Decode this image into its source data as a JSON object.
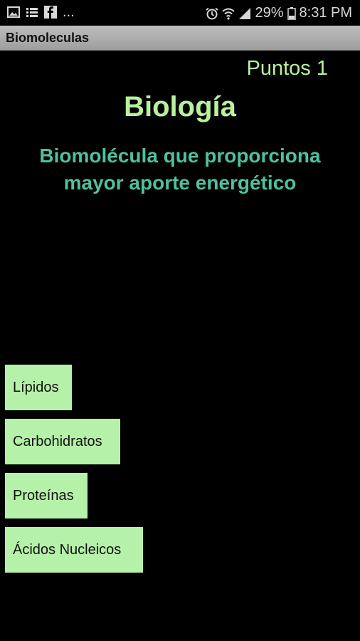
{
  "status_bar": {
    "icons_left": [
      "image-icon",
      "list-icon",
      "facebook-icon"
    ],
    "ellipsis": "...",
    "icons_right": [
      "alarm-icon",
      "wifi-icon",
      "signal-icon",
      "battery-icon"
    ],
    "battery": "29%",
    "time": "8:31 PM"
  },
  "app_bar": {
    "title": "Biomoleculas"
  },
  "game": {
    "score": "Puntos 1",
    "subject": "Biología",
    "question": "Biomolécula que proporciona mayor aporte energético",
    "answers": [
      {
        "label": "Lípidos"
      },
      {
        "label": "Carbohidratos"
      },
      {
        "label": "Proteínas"
      },
      {
        "label": "Ácidos Nucleicos"
      }
    ]
  },
  "colors": {
    "background": "#000000",
    "accent_green": "#b8f0a0",
    "question_teal": "#4fc0a0",
    "button_bg": "#b5f1a8"
  }
}
